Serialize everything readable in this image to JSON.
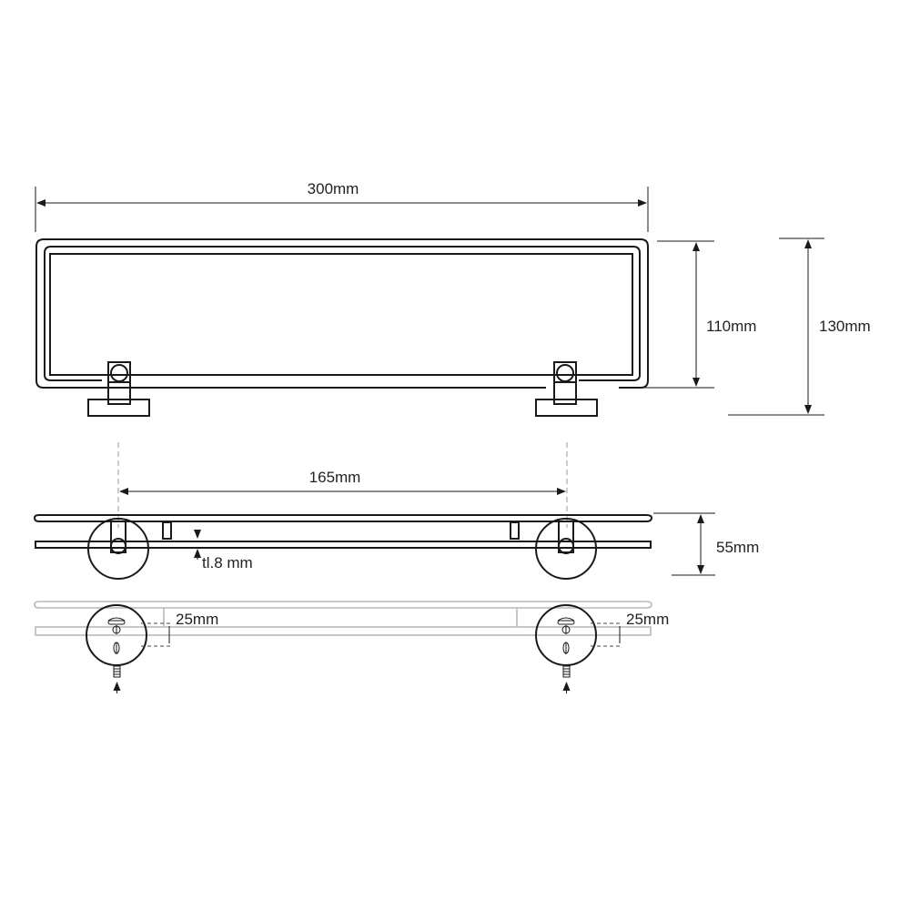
{
  "dimensions": {
    "overall_width": "300mm",
    "glass_height": "110mm",
    "total_height": "130mm",
    "bracket_spacing": "165mm",
    "depth": "55mm",
    "glass_thickness": "tl.8 mm",
    "mount_left": "25mm",
    "mount_right": "25mm"
  }
}
